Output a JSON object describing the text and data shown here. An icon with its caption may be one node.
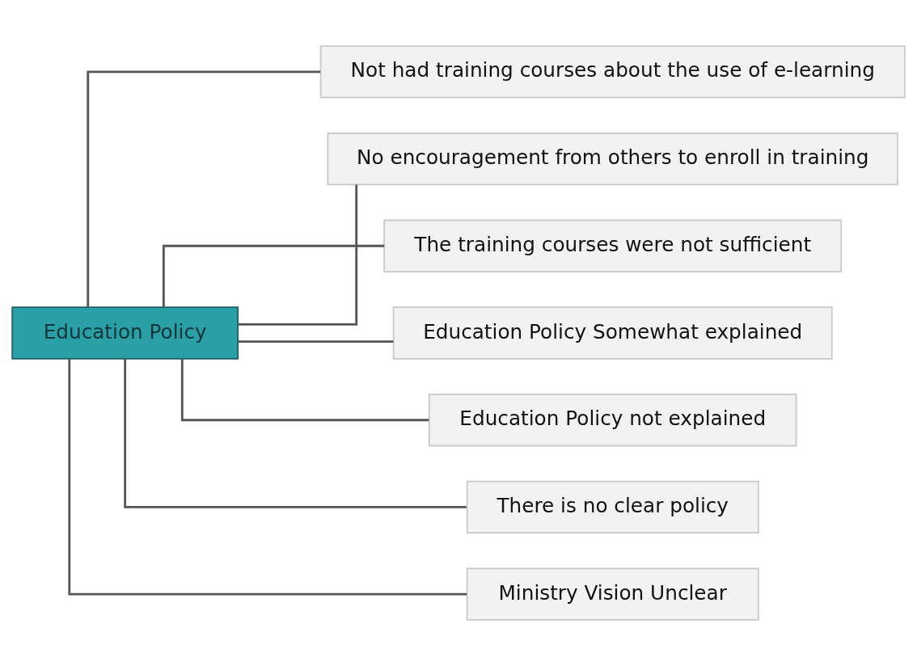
{
  "diagram": {
    "nodes": [
      {
        "text": [
          "Education Policy"
        ]
      },
      {
        "text": [
          "Not had training courses about the use of e-learning"
        ]
      },
      {
        "text": [
          "No encouragement from others to enroll in training"
        ]
      },
      {
        "text": [
          "The training courses were not sufficient"
        ]
      },
      {
        "text": [
          "Education Policy Somewhat explained"
        ]
      },
      {
        "text": [
          "Education Policy not explained"
        ]
      },
      {
        "text": [
          "There is no clear policy"
        ]
      },
      {
        "text": [
          "Ministry Vision Unclear"
        ]
      }
    ],
    "edges": [
      {
        "from": 0,
        "to": 1,
        "arrow": "none"
      },
      {
        "from": 0,
        "to": 2,
        "arrow": "none"
      },
      {
        "from": 0,
        "to": 3,
        "arrow": "none"
      },
      {
        "from": 0,
        "to": 4,
        "arrow": "none"
      },
      {
        "from": 0,
        "to": 5,
        "arrow": "none"
      },
      {
        "from": 0,
        "to": 6,
        "arrow": "none"
      },
      {
        "from": 0,
        "to": 7,
        "arrow": "none"
      }
    ]
  }
}
